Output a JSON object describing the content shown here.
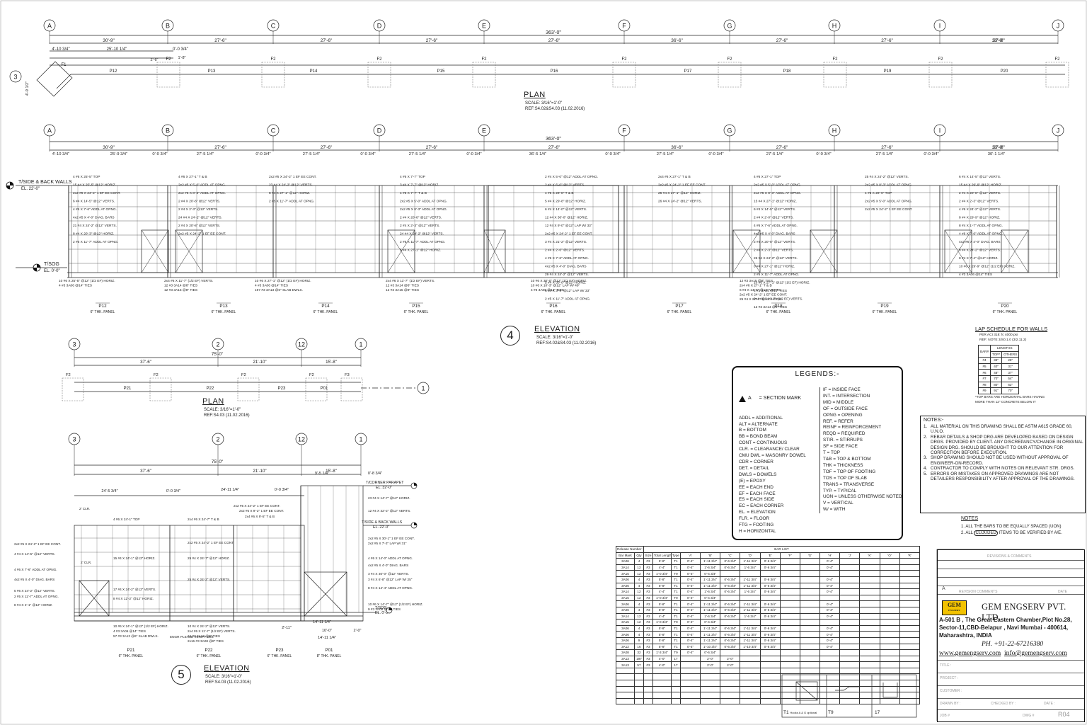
{
  "grid_top": {
    "bubbles": [
      "A",
      "B",
      "C",
      "D",
      "E",
      "F",
      "G",
      "H",
      "I",
      "J"
    ],
    "overall": "363'-0\"",
    "spans": [
      "30'-9\"",
      "27'-6\"",
      "27'-6\"",
      "27'-6\"",
      "27'-6\"",
      "36'-6\"",
      "27'-6\"",
      "27'-6\"",
      "27'-6\"",
      "30'-9\""
    ],
    "sub_dims_plan": [
      "4'-10 3/4\"",
      "25'-10 1/4\"",
      "0'-0 3/4\"",
      "1'-8\"",
      "2'-6\""
    ],
    "sub_dims_elev": [
      "4'-10 3/4\"",
      "25'-9 3/4\"",
      "0'-0 3/4\"",
      "27'-5 1/4\"",
      "0'-0 3/4\"",
      "27'-5 1/4\"",
      "0'-0 3/4\"",
      "27'-5 1/4\"",
      "0'-0 3/4\"",
      "36'-5 1/4\"",
      "0'-0 3/4\"",
      "27'-5 1/4\"",
      "0'-0 3/4\"",
      "27'-5 1/4\"",
      "0'-0 3/4\"",
      "27'-5 1/4\"",
      "0'-0 3/4\"",
      "30'-1 1/4\""
    ]
  },
  "plan_top": {
    "side_bubble": "3",
    "side_dim": "4'-9 1/2\"",
    "panels": [
      "P12",
      "P13",
      "P14",
      "P15",
      "P16",
      "P17",
      "P18",
      "P19",
      "P20"
    ],
    "piers": [
      "F1",
      "F2",
      "F2",
      "F2",
      "F2",
      "F2",
      "F2",
      "F2",
      "F2",
      "F2"
    ],
    "title": "PLAN",
    "scale": "SCALE: 3/16\"=1'-0\"",
    "ref": "REF:S4.02&S4.03 (11.02.2016)"
  },
  "elev4": {
    "bubble": "4",
    "title": "ELEVATION",
    "scale": "SCALE: 3/16\"=1'-0\"",
    "ref": "REF:S4.02&S4.03 (11.02.2016)",
    "level_top": "T/SIDE & BACK WALLS",
    "level_top_el": "EL. 22'-0\"",
    "level_bot": "T/SOG",
    "level_bot_el": "EL. 0'-0\"",
    "panel_tags": [
      "P12",
      "P13",
      "P14",
      "P15",
      "P16",
      "P17",
      "P18",
      "P19",
      "P20"
    ],
    "panel_thk": "6\" THK. PANEL",
    "callouts": [
      "4 #6 X 25'-5\" TOP",
      "15 #4 X 25'-5\" @12\" HORIZ.",
      "2x2 #5 X 24'-2\" 1 EF EE CONT.",
      "6 #4 X 14'-5\" @12\" VERTS.",
      "4 #6 X 7'-6\" ADDL AT OPNG.",
      "4x2 #5 X 4'-0\" DIAG. BARS",
      "21 #4 X 24'-2\" @12\" VERTS.",
      "8 #4 X 20'-3\" @12\" HORIZ.",
      "2 #5 X 11'-7\" ADDL AT OPNG.",
      "10 #6 X 25'-5\" @12\" (1/2 EF) HORIZ.",
      "4 #3 3A06 @14\" TIES",
      "4 #6 X 27'-1\" T & B",
      "2x2 #5 X 5'-0\" ADDL AT OPNG.",
      "2x2 #5 X 8'-3\" ADDL AT OPNG.",
      "2 #4 X 20'-8\" @12\" VERTS.",
      "2 #4 X 2'-3\" @12\" VERTS.",
      "24 #4 X 24'-2\" @12\" VERTS.",
      "2 #4 X 20'-8\" @12\" VERTS.",
      "2x2 #5 X 24'-2\" 1 EF EE CONT.",
      "2x4 #6 X 11'-7\" (1/2 EF) VERTS.",
      "12 #3 3A14 @8\" TIES",
      "12 #3 3A15 @8\" TIES",
      "2x2 #5 X 24'-2\" 1 EF EE CONT.",
      "23 #4 X 24'-2\" @12\" VERTS.",
      "8 #4 X 27'-1\" @12\" HORIZ.",
      "2 #5 X 11'-7\" ADDL AT OPNG.",
      "10 #6 X 27'-1\" @12\" (1/2 EF) HORIZ.",
      "4 #3 3A06 @14\" TIES",
      "197 #3 3A13 @6\" SLAB DWLS.",
      "4 #6 X 7'-7\" TOP",
      "3 #4 X 7'-7\" @12\" HORIZ.",
      "4 #6 X 7'-7\" T & B",
      "2x2 #5 X 5'-0\" ADDL AT OPNG.",
      "2x2 #5 X 8'-3\" ADDL AT OPNG.",
      "2 #4 X 20'-8\" @12\" VERTS.",
      "2 #4 X 2'-3\" @12\" VERTS.",
      "24 #4 X 24'-2\" @12\" VERTS.",
      "2 #5 X 11'-7\" ADDL AT OPNG.",
      "5 #4 X 27'-1\" @12\" HORIZ.",
      "2x4 #6 X 11'-7\" (1/2 EF) VERTS.",
      "12 #3 3A14 @8\" TIES",
      "12 #3 3A15 @8\" TIES",
      "2 #4 X 5'-0\" @12\" ADDL AT OPNG.",
      "2 #4 X 6'-0\" @12\" VERTS.",
      "4 #6 X 29'-8\" T & B",
      "5 #4 X 29'-8\" @12\" HORIZ.",
      "6 #4 X 14'-0\" @12\" VERTS.",
      "12 #4 X 30'-0\" @12\" HORIZ.",
      "12 #4 X 9'-0\" @12\" LAP W/ 33\"",
      "2x2 #5 X 24'-2\" 1 EF EE CONT.",
      "3 #4 X 21'-2\" @12\" VERTS.",
      "2 #4 X 2'-6\" @12\" VERTS.",
      "4 #6 X 7'-6\" ADDL AT OPNG.",
      "4x2 #5 X 4'-0\" DIAG. BARS",
      "29 #4 X 24'-2\" @12\" VERTS.",
      "5 #4 X 30'-0\" @12\" HORIZ.",
      "6 #4 X 3'-9\" @12\" LAP W/ 33\"",
      "2 #5 X 11'-7\" ADDL AT OPNG.",
      "10 #6 X 30'-0\" @12\" (1/2 EF) HORIZ.",
      "10 #6 X 10'-3\" @12\" LAP W/ 48\"",
      "4 #3 3A06 @14\" TIES",
      "2x4 #6 X 27'-1\" T & B",
      "2x2 #5 X 24'-2\" 1 EF EE CONT.",
      "25 #4 X 27'-1\" @12\" HORIZ.",
      "26 #4 X 24'-2\" @12\" VERTS.",
      "4 #6 X 27'-1\" TOP",
      "2x2 #5 X 5'-0\" ADDL AT OPNG.",
      "2x2 #5 X 8'-3\" ADDL AT OPNG.",
      "15 #4 X 27'-1\" @12\" HORIZ.",
      "6 #4 X 14'-5\" @12\" VERTS.",
      "2 #4 X 2'-0\" @12\" VERTS.",
      "4 #6 X 7'-6\" ADDL AT OPNG.",
      "4x2 #5 X 4'-0\" DIAG. BARS",
      "2 #4 X 20'-8\" @12\" VERTS.",
      "2 #4 X 2'-3\" @12\" VERTS.",
      "26 #4 X 24'-2\" @12\" VERTS.",
      "8 #4 X 27'-1\" @12\" HORIZ.",
      "2 #5 X 11'-7\" ADDL AT OPNG.",
      "10 #6 X 27'-1\" @12\" (1/2 EF) HORIZ.",
      "4 #3 3A06 @14\" TIES",
      "2x4 #6 X 11'-7\" (1/2 EF) VERTS.",
      "12 #3 3A14 @8\" TIES",
      "12 #3 3A15 @8\" TIES",
      "2x4 #6 X 27'-1\" T & B",
      "6 #4 X 14'-5\" @12\" VERTS.",
      "2x2 #5 X 24'-2\" 1 EF EE CONT.",
      "25 #4 X 27'-1\" @12\" HORIZ.",
      "25 #4 X 24'-2\" @12\" VERTS.",
      "2x2 #5 X 8'-3\" ADDL AT OPNG.",
      "4 #6 X 29'-9\" TOP",
      "2x2 #5 X 5'-0\" ADDL AT OPNG.",
      "2x2 #5 X 24'-2\" 1 EF EE CONT.",
      "6 #4 X 14'-5\" @12\" VERTS.",
      "15 #4 X 29'-9\" @12\" HORIZ.",
      "2 #4 X 20'-8\" @12\" VERTS.",
      "2 #4 X 2'-3\" @12\" VERTS.",
      "4 #6 X 24'-2\" @12\" VERTS.",
      "8 #4 X 29'-9\" @12\" HORIZ.",
      "8 #4 X 1'-7\" ADDL AT OPNG.",
      "4 #6 X 7'-6\" ADDL AT OPNG.",
      "4x2 #5 X 4'-0\" DIAG. BARS",
      "8 #4 X 24'-2\" @12\" VERTS.",
      "8 #4 X 7'-4\" @12\" HORIZ.",
      "10 #6 X 29'-9\" @12\" (1/2 EF) HORIZ.",
      "4 #3 3A06 @14\" TIES"
    ]
  },
  "grid_bottom": {
    "bubbles": [
      "3",
      "2",
      "12",
      "1"
    ],
    "overall": "75'-0\"",
    "spans": [
      "37'-6\"",
      "21'-10\"",
      "15'-8\""
    ],
    "plan_panels": [
      "P21",
      "P22",
      "P23",
      "P01"
    ],
    "plan_piers": [
      "F2",
      "F2",
      "F2",
      "F2",
      "F3"
    ],
    "plan_right_bubble": "1",
    "plan_title": "PLAN",
    "plan_scale": "SCALE: 3/16\"=1'-0\"",
    "plan_ref": "REF:S4.03 (11.02.2016)"
  },
  "elev5": {
    "bubble": "5",
    "title": "ELEVATION",
    "scale": "SCALE: 3/16\"=1'-0\"",
    "ref": "REF:S4.03 (11.02.2016)",
    "dims": [
      "24'-5 3/4\"",
      "0'-0 3/4\"",
      "24'-11 1/4\"",
      "0'-0 3/4\"",
      "9'-5 1/4\"",
      "14'-11 1/4\"",
      "0'-8 3/4\"",
      "10'-0\"",
      "14'-11 1/4\"",
      "2'-0\"",
      "2'-11\""
    ],
    "levels": [
      "T/CORNER PARAPET",
      "EL. 32'-0\"",
      "T/SIDE & BACK WALLS",
      "EL. 22'-0\"",
      "T/SOG",
      "EL. 0'-0\""
    ],
    "panel_tags": [
      "P21",
      "P22",
      "P23",
      "P01"
    ],
    "panel_thk": [
      "6\" THK. PANEL",
      "6\" THK. PANEL",
      "6\" THK. PANEL",
      "8\" THK. PANEL"
    ],
    "callouts": [
      "2' CLR.",
      "4 #6 X 24'-1\" TOP",
      "2x2 #5 X 24'-2\" 1 EF EE CONT.",
      "4 #4 X 14'-5\" @12\" VERTS.",
      "2' CLR.",
      "4 #6 X 7'-6\" ADDL AT OPNG.",
      "4x2 #5 X 4'-0\" DIAG. BARS",
      "5 #6 X 24'-2\" @12\" VERTS.",
      "2 #5 X 11'-7\" ADDL AT OPNG.",
      "8 #4 X 4'-1\" @12\" HORIZ.",
      "15 #4 X 24'-1\" @12\" HORIZ.",
      "17 #4 X 24'-2\" @12\" VERTS.",
      "8 #4 X 12'-2\" @12\" HORIZ.",
      "10 #6 X 24'-1\" @12\" (1/2 EF) HORIZ.",
      "4 #3 3A06 @14\" TIES",
      "57 #3 3A13 @6\" SLAB DWLS.",
      "2x4 #6 X 24'-7\" T & B",
      "2x2 #5 X 24'-2\" 1 EF EE CONT.",
      "25 #4 X 24'-7\" @12\" HORIZ.",
      "25 #4 X 24'-2\" @12\" VERTS.",
      "10 #4 X 24'-2\" @12\" VERTS.",
      "2x4 #6 X 11'-7\" (1/2 EF) VERTS.",
      "16 #3 3A12 @8\" TIES",
      "2x16 #3 3A08 @8\" TIES",
      "ENGR PLEASE VERIFY DIM.",
      "2x2 #5 X 24'-2\" 1 EF EE CONT.",
      "2x2 #5 X 9'-2\" 1 EF EE CONT.",
      "2x4 #6 X 9'-5\" T & B",
      "23 #4 X 14'-7\" @12\" HORIZ.",
      "12 #4 X 32'-2\" @12\" VERTS.",
      "2x2 #5 X 30'-1\" 1 EF EE CONT.",
      "2x2 #5 X 7'-3\" LAP W/ 31\"",
      "4 #6 X 14'-0\" ADDL AT OPNG.",
      "4x2 #5 X 4'-0\" DIAG. BARS",
      "3 #4 X 30'-0\" @12\" VERTS.",
      "3 #4 X 6'-8\" @12\" LAP W/ 25\"",
      "8 #4 X 14'-4\" ADDL AT OPNG.",
      "10 #6 X 14'-7\" @12\" (1/2 EF) HORIZ.",
      "9 #3 3A06 @14\" TIES"
    ]
  },
  "lap_schedule": {
    "title": "LAP SCHEDULE FOR WALLS",
    "sub1": "PER ACI 318: fc 4000 psi",
    "sub2": "REF: NOTE 3/S0.1.0 (3/2.11.2)",
    "headers": [
      "BAR#",
      "LENGTHS",
      "TOP*",
      "OTHERS"
    ],
    "rows": [
      [
        "#4",
        "33\"",
        "25\""
      ],
      [
        "#5",
        "40\"",
        "31\""
      ],
      [
        "#6",
        "48\"",
        "37\""
      ],
      [
        "#7",
        "70\"",
        "54\""
      ],
      [
        "#8",
        "80\"",
        "62\""
      ],
      [
        "#9",
        "91\"",
        "70\""
      ]
    ],
    "foot1": "*TOP BARS ARE HORIZONTAL BARS HAVING",
    "foot2": "MORE THAN 12\" CONCRETE BELOW IT"
  },
  "legend": {
    "title": "LEGENDS:-",
    "section_mark": "= SECTION MARK",
    "section_letter": "A",
    "left": [
      "ADDL = ADDITIONAL",
      "ALT = ALTERNATE",
      "B = BOTTOM",
      "BB = BOND BEAM",
      "CONT = CONTINUOUS",
      "CLR. = CLEARANCE/ CLEAR",
      "CMU DWL = MASONRY DOWEL",
      "CDR = CORNER",
      "DET. = DETAIL",
      "DWLS = DOWELS",
      "(E) = EPOXY",
      "EE = EACH END",
      "EF = EACH FACE",
      "ES = EACH SIDE",
      "EC = EACH CORNER",
      "EL. = ELEVATION",
      "FLR. = FLOOR",
      "FTG = FOOTING",
      "H = HORIZONTAL"
    ],
    "right": [
      "IF = INSIDE FACE",
      "INT. = INTERSECTION",
      "MID = MIDDLE",
      "OF = OUTSIDE FACE",
      "OPNG = OPENING",
      "REF. = REFER",
      "REINF = REINFORCEMENT",
      "REQD = REQUIRED",
      "STIR. = STIRRUPS",
      "SF = SIDE FACE",
      "T = TOP",
      "T&B = TOP & BOTTOM",
      "THK = THICKNESS",
      "TOF = TOP OF FOOTING",
      "TOS = TOP OF SLAB",
      "TRANS = TRANSVERSE",
      "TYP. = TYPICAL",
      "UON = UNLESS OTHERWISE NOTED",
      "V = VERTICAL",
      "W/ = WITH"
    ]
  },
  "notes": {
    "title": "NOTES:-",
    "items": [
      "ALL MATERIAL ON THIS DRAWING SHALL BE ASTM A615 GRADE 60, U.N.O.",
      "REBAR DETAILS & SHOP DRG ARE DEVELOPED BASED ON DESIGN DRGS. PROVIDED BY CLIENT. ANY DISCREPANCY/CHANGE IN ORIGINAL DESIGN DRG. SHOULD BE BROUGHT TO OUR ATTENTION FOR CORRECTION BEFORE EXECUTION.",
      "SHOP DRAWING SHOULD NOT BE USED WITHOUT APPROVAL OF ENGINEER-ON-RECORD.",
      "CONTRACTOR TO COMPLY WITH NOTES ON RELEVANT STR. DRGS.",
      "ERRORS OR MISTAKES ON APPROVED DRAWINGS ARE NOT DETAILERS RESPONSIBILITY AFTER APPROVAL OF THE DRAWINGS."
    ],
    "title2": "NOTES",
    "items2": [
      "1. ALL THE BARS TO BE EQUALLY SPACED (UON)",
      "2. ALL",
      "CLOUDED",
      "ITEMS TO BE VERIFIED BY A/E."
    ]
  },
  "bar_list": {
    "release_label": "Release Number",
    "release_value": "R4",
    "bar_list_label": "BAR LIST",
    "headers": [
      "Bar Mark",
      "Qty",
      "Size",
      "Total Length",
      "Type",
      "'A'",
      "'B'",
      "'C'",
      "'D'",
      "'E'",
      "'F'",
      "'G'",
      "'H'",
      "'J'",
      "'K'",
      "'O'",
      "'R'"
    ],
    "rows": [
      [
        "3A06",
        "4",
        "#3",
        "5'-8\"",
        "T1",
        "0'-4\"",
        "1'-11 3/4\"",
        "0'-6 3/4\"",
        "1'-11 3/4\"",
        "0'-6 3/4\"",
        "",
        "",
        "0'-4\"",
        "",
        "",
        ""
      ],
      [
        "3A14",
        "12",
        "#3",
        "4'-4\"",
        "T1",
        "0'-4\"",
        "1'-6 3/4\"",
        "0'-6 3/4\"",
        "1'-6 3/4\"",
        "0'-6 3/4\"",
        "",
        "",
        "0'-4\"",
        "",
        "",
        ""
      ],
      [
        "3A15",
        "12",
        "#3",
        "1'-0 3/4\"",
        "T9",
        "0'-4\"",
        "0'-4 3/4\"",
        "",
        "",
        "",
        "",
        "",
        "",
        "",
        "",
        ""
      ],
      [
        "3A06",
        "4",
        "#3",
        "5'-8\"",
        "T1",
        "0'-4\"",
        "1'-11 3/4\"",
        "0'-6 3/4\"",
        "1'-11 3/4\"",
        "0'-6 3/4\"",
        "",
        "",
        "0'-4\"",
        "",
        "",
        ""
      ],
      [
        "3A06",
        "4",
        "#3",
        "5'-8\"",
        "T1",
        "0'-4\"",
        "1'-11 3/4\"",
        "0'-6 3/4\"",
        "1'-11 3/4\"",
        "0'-6 3/4\"",
        "",
        "",
        "0'-4\"",
        "",
        "",
        ""
      ],
      [
        "3A14",
        "12",
        "#3",
        "4'-4\"",
        "T1",
        "0'-4\"",
        "1'-6 3/4\"",
        "0'-6 3/4\"",
        "1'-6 3/4\"",
        "0'-6 3/4\"",
        "",
        "",
        "0'-4\"",
        "",
        "",
        ""
      ],
      [
        "3A15",
        "12",
        "#3",
        "1'-0 3/4\"",
        "T9",
        "0'-4\"",
        "0'-4 3/4\"",
        "",
        "",
        "",
        "",
        "",
        "",
        "",
        "",
        ""
      ],
      [
        "3A06",
        "4",
        "#3",
        "5'-8\"",
        "T1",
        "0'-4\"",
        "1'-11 3/4\"",
        "0'-6 3/4\"",
        "1'-11 3/4\"",
        "0'-6 3/4\"",
        "",
        "",
        "0'-4\"",
        "",
        "",
        ""
      ],
      [
        "3A06",
        "4",
        "#3",
        "5'-8\"",
        "T1",
        "0'-4\"",
        "1'-11 3/4\"",
        "0'-6 3/4\"",
        "1'-11 3/4\"",
        "0'-6 3/4\"",
        "",
        "",
        "0'-4\"",
        "",
        "",
        ""
      ],
      [
        "3A14",
        "12",
        "#3",
        "4'-4\"",
        "T1",
        "0'-4\"",
        "1'-6 3/4\"",
        "0'-6 3/4\"",
        "1'-6 3/4\"",
        "0'-6 3/4\"",
        "",
        "",
        "0'-4\"",
        "",
        "",
        ""
      ],
      [
        "3A15",
        "12",
        "#3",
        "1'-0 3/4\"",
        "T9",
        "0'-4\"",
        "0'-4 3/4\"",
        "",
        "",
        "",
        "",
        "",
        "",
        "",
        "",
        ""
      ],
      [
        "3A06",
        "4",
        "#3",
        "5'-8\"",
        "T1",
        "0'-4\"",
        "1'-11 3/4\"",
        "0'-6 3/4\"",
        "1'-11 3/4\"",
        "0'-6 3/4\"",
        "",
        "",
        "0'-4\"",
        "",
        "",
        ""
      ],
      [
        "3A06",
        "4",
        "#3",
        "5'-8\"",
        "T1",
        "0'-4\"",
        "1'-11 3/4\"",
        "0'-6 3/4\"",
        "1'-11 3/4\"",
        "0'-6 3/4\"",
        "",
        "",
        "0'-4\"",
        "",
        "",
        ""
      ],
      [
        "3A06",
        "9",
        "#3",
        "5'-8\"",
        "T1",
        "0'-4\"",
        "1'-11 3/4\"",
        "0'-6 3/4\"",
        "1'-11 3/4\"",
        "0'-6 3/4\"",
        "",
        "",
        "0'-4\"",
        "",
        "",
        ""
      ],
      [
        "3A12",
        "16",
        "#3",
        "5'-8\"",
        "T1",
        "0'-4\"",
        "1'-10 3/4\"",
        "0'-6 3/4\"",
        "1'-10 3/4\"",
        "0'-6 3/4\"",
        "",
        "",
        "0'-4\"",
        "",
        "",
        ""
      ],
      [
        "3A08",
        "32",
        "#3",
        "1'-3 3/4\"",
        "T9",
        "0'-4\"",
        "0'-6 3/4\"",
        "",
        "",
        "",
        "",
        "",
        "",
        "",
        "",
        ""
      ],
      [
        "3A13",
        "197",
        "#3",
        "4'-0\"",
        "17",
        "",
        "2'-0\"",
        "2'-0\"",
        "",
        "",
        "",
        "",
        "",
        "",
        "",
        ""
      ],
      [
        "3A13",
        "57",
        "#3",
        "4'-0\"",
        "17",
        "",
        "2'-0\"",
        "2'-0\"",
        "",
        "",
        "",
        "",
        "",
        "",
        "",
        ""
      ]
    ],
    "shape_labels": [
      "T1",
      "Hooks A & G optional",
      "T9",
      "17"
    ]
  },
  "title_block": {
    "revisions_label": "REVISIONS & COMMENTS",
    "rev_mark": "A",
    "rev_comment_label": "REVISION COMMENTS",
    "date_label": "DATE",
    "logo": "GEM",
    "logo_sub": "ENGSERV",
    "company": "GEM ENGSERV PVT. LTD",
    "address1": "A-501 B , The Great Eastern Chamber,Plot No.28,",
    "address2": "Sector-11,CBD-Belapur , Navi Mumbai - 400614,",
    "address3": "Maharashtra, INDIA",
    "phone": "PH. +91-22-67216380",
    "website": "www.gemengserv.com",
    "email": "info@gemengserv.com",
    "fields": [
      "TITLE :",
      "PROJECT :",
      "CUSTOMER :",
      "DRAWN BY :",
      "CHECKED BY :",
      "DATE :",
      "JOB #",
      "DWG #"
    ],
    "dwg_no": "R04"
  }
}
